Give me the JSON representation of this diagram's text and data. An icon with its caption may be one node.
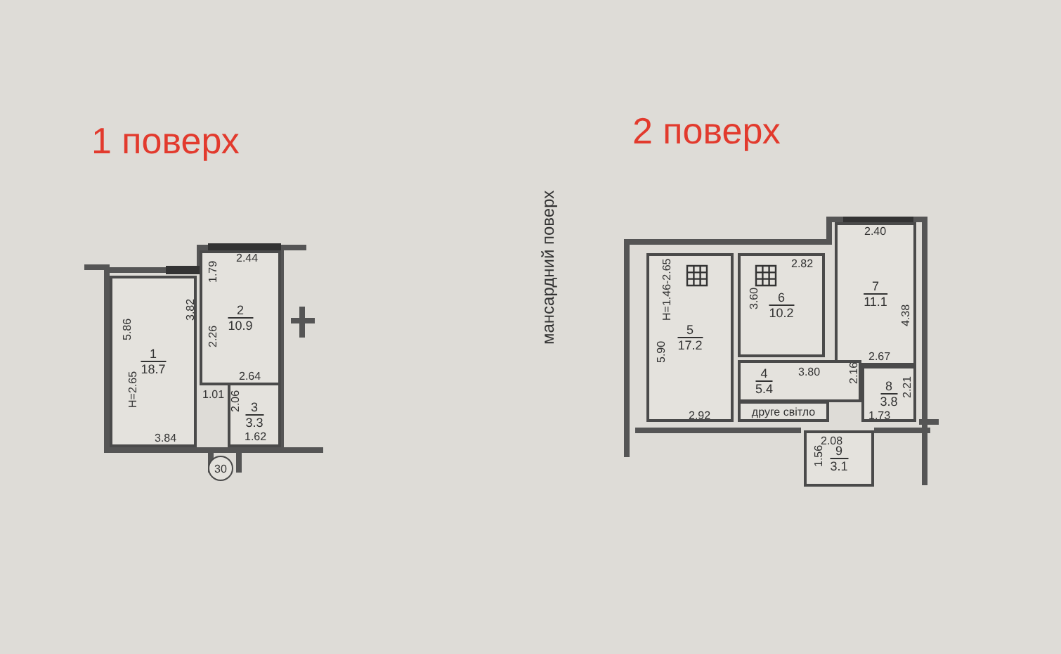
{
  "diagram": {
    "nodes": [
      {
        "text": [
          "1",
          "18.7"
        ]
      },
      {
        "text": [
          "2",
          "10.9"
        ]
      },
      {
        "text": [
          "3",
          "3.3"
        ]
      },
      {
        "text": [
          "30"
        ]
      },
      {
        "text": [
          "5",
          "17.2"
        ]
      },
      {
        "text": [
          "6",
          "10.2"
        ]
      },
      {
        "text": [
          "7",
          "11.1"
        ]
      },
      {
        "text": [
          "4",
          "5.4"
        ]
      },
      {
        "text": [
          "друге світло"
        ]
      },
      {
        "text": [
          "8",
          "3.8"
        ]
      },
      {
        "text": [
          "9",
          "3.1"
        ]
      }
    ],
    "labels": [
      "1 поверх",
      "мансардний поверх",
      "2 поверх",
      "2.44",
      "1.79",
      "3.82",
      "2.26",
      "5.86",
      "H=2.65",
      "1.01",
      "2.64",
      "2.06",
      "1.62",
      "3.84",
      "H=1.46-2.65",
      "5.90",
      "2.82",
      "3.60",
      "2.40",
      "4.38",
      "2.67",
      "3.80",
      "2.16",
      "2.21",
      "1.73",
      "2.92",
      "2.08",
      "1.56"
    ]
  }
}
